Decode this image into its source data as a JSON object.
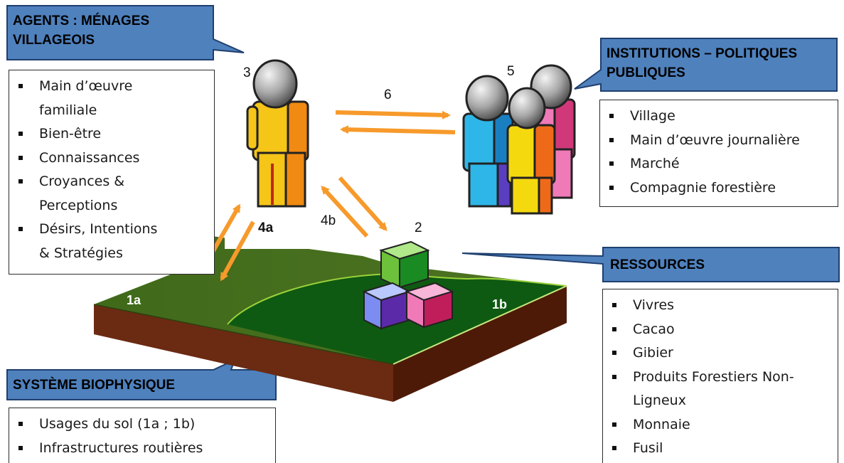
{
  "agents": {
    "title_line1": "AGENTS : MÉNAGES",
    "title_line2": "VILLAGEOIS",
    "items": [
      "Main d’œuvre",
      "familiale",
      "Bien-être",
      "Connaissances",
      "Croyances &",
      "Perceptions",
      "Désirs, Intentions",
      "& Stratégies"
    ]
  },
  "institutions": {
    "title_line1": "INSTITUTIONS – POLITIQUES",
    "title_line2": "PUBLIQUES",
    "items": [
      "Village",
      "Main d’œuvre journalière",
      "Marché",
      "Compagnie forestière"
    ]
  },
  "ressources": {
    "title": "RESSOURCES",
    "items": [
      "Vivres",
      "Cacao",
      "Gibier",
      "Produits Forestiers Non-",
      "Ligneux",
      "Monnaie",
      "Fusil"
    ]
  },
  "biophysique": {
    "title": "SYSTÈME BIOPHYSIQUE",
    "items": [
      "Usages du sol (1a ; 1b)",
      "Infrastructures routières"
    ]
  },
  "labels": {
    "n3": "3",
    "n5": "5",
    "n6": "6",
    "n2": "2",
    "n4a": "4a",
    "n4b": "4b",
    "n1a": "1a",
    "n1b": "1b"
  },
  "colors": {
    "callout_fill": "#4f81bd",
    "callout_stroke": "#1f3f6e",
    "arrow": "#f79a2b",
    "land_light": "#4d6b1e",
    "land_dark": "#0f5a12",
    "soil": "#6b2a12"
  }
}
